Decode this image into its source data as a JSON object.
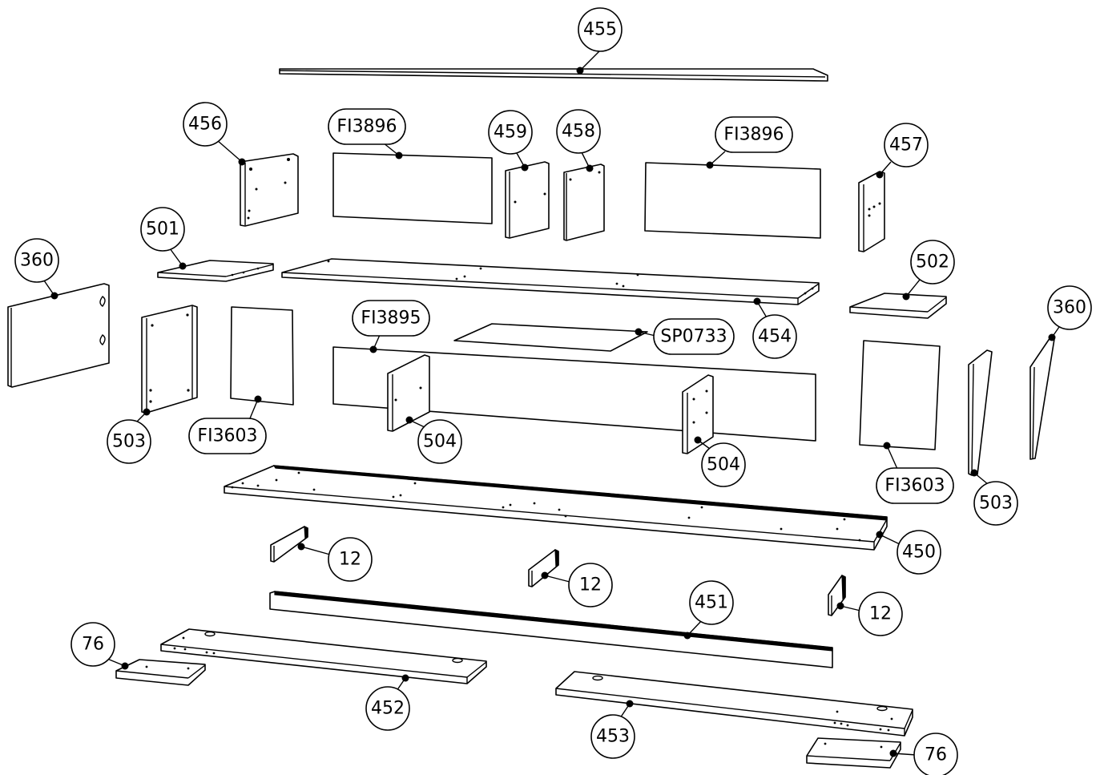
{
  "callouts": {
    "c455": "455",
    "c456": "456",
    "c459": "459",
    "c458": "458",
    "c457": "457",
    "c501": "501",
    "c502": "502",
    "c454": "454",
    "c360_left": "360",
    "c360_right": "360",
    "c503_left": "503",
    "c503_right": "503",
    "c504_left": "504",
    "c504_right": "504",
    "c450": "450",
    "c451": "451",
    "c452": "452",
    "c453": "453",
    "c12_left": "12",
    "c12_mid": "12",
    "c12_right": "12",
    "c76_left": "76",
    "c76_right": "76",
    "fi3896_left": "FI3896",
    "fi3896_right": "FI3896",
    "fi3895": "FI3895",
    "sp0733": "SP0733",
    "fi3603_left": "FI3603",
    "fi3603_right": "FI3603"
  }
}
